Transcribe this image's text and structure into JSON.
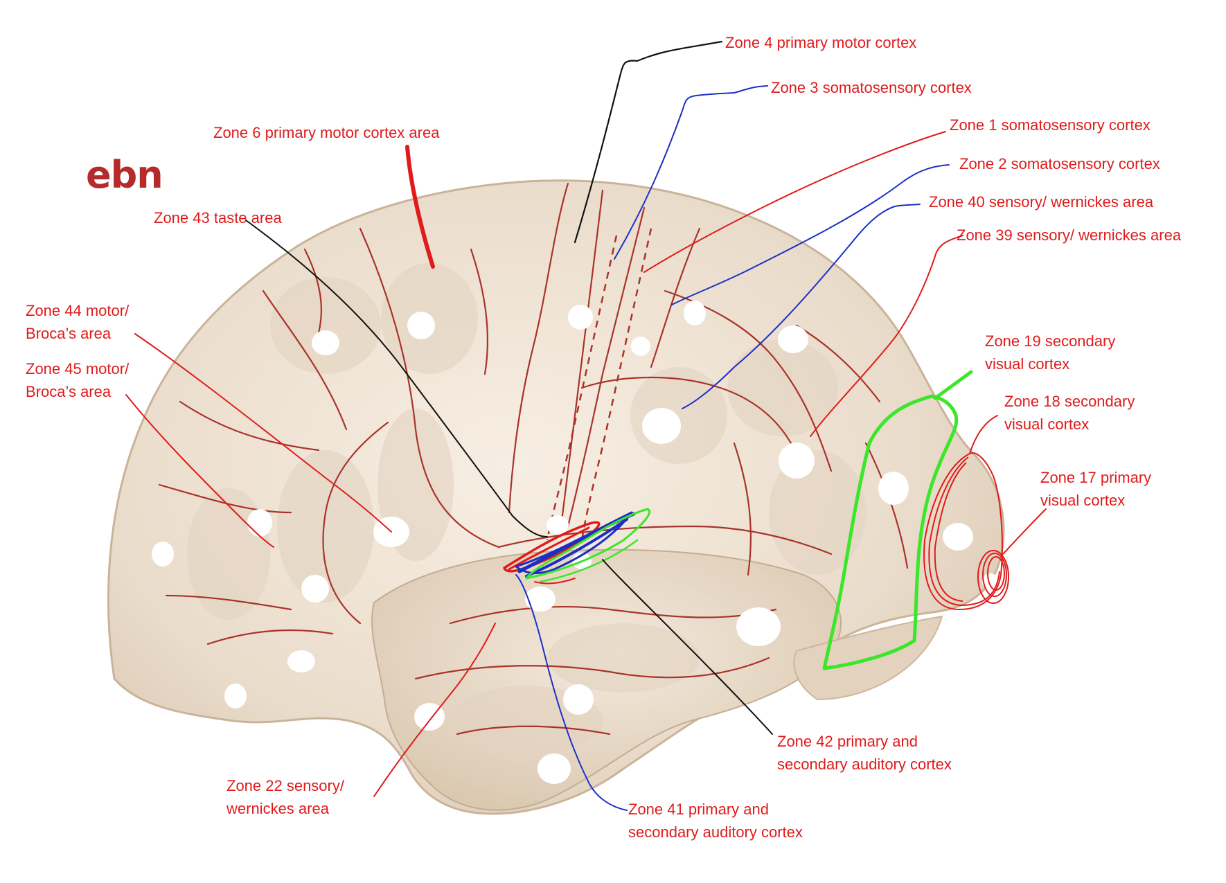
{
  "colors": {
    "label": "#e01b1b",
    "leader_red": "#e01b1b",
    "leader_black": "#111111",
    "leader_blue": "#1c2fc4",
    "outline_green": "#3ce62a",
    "sulci": "#a8332a",
    "brain_fill": "#efe3d3"
  },
  "background_fragment": "ebn",
  "labels": {
    "zone4": [
      "Zone 4 primary motor cortex"
    ],
    "zone3": [
      "Zone 3 somatosensory cortex"
    ],
    "zone6": [
      "Zone 6 primary motor cortex area"
    ],
    "zone1": [
      "Zone 1 somatosensory cortex"
    ],
    "zone2": [
      "Zone 2 somatosensory cortex"
    ],
    "zone40": [
      "Zone 40 sensory/ wernickes area"
    ],
    "zone43": [
      "Zone 43 taste area"
    ],
    "zone39": [
      "Zone 39 sensory/ wernickes area"
    ],
    "zone44": [
      "Zone 44 motor/",
      "Broca’s area"
    ],
    "zone45": [
      "Zone 45 motor/",
      "Broca’s area"
    ],
    "zone19": [
      "Zone 19 secondary",
      "visual cortex"
    ],
    "zone18": [
      "Zone 18 secondary",
      "visual cortex"
    ],
    "zone17": [
      "Zone 17 primary",
      "visual cortex"
    ],
    "zone42": [
      "Zone 42 primary and",
      "secondary auditory cortex"
    ],
    "zone22": [
      "Zone 22 sensory/",
      "wernickes area"
    ],
    "zone41": [
      "Zone 41 primary and",
      "secondary auditory cortex"
    ]
  }
}
